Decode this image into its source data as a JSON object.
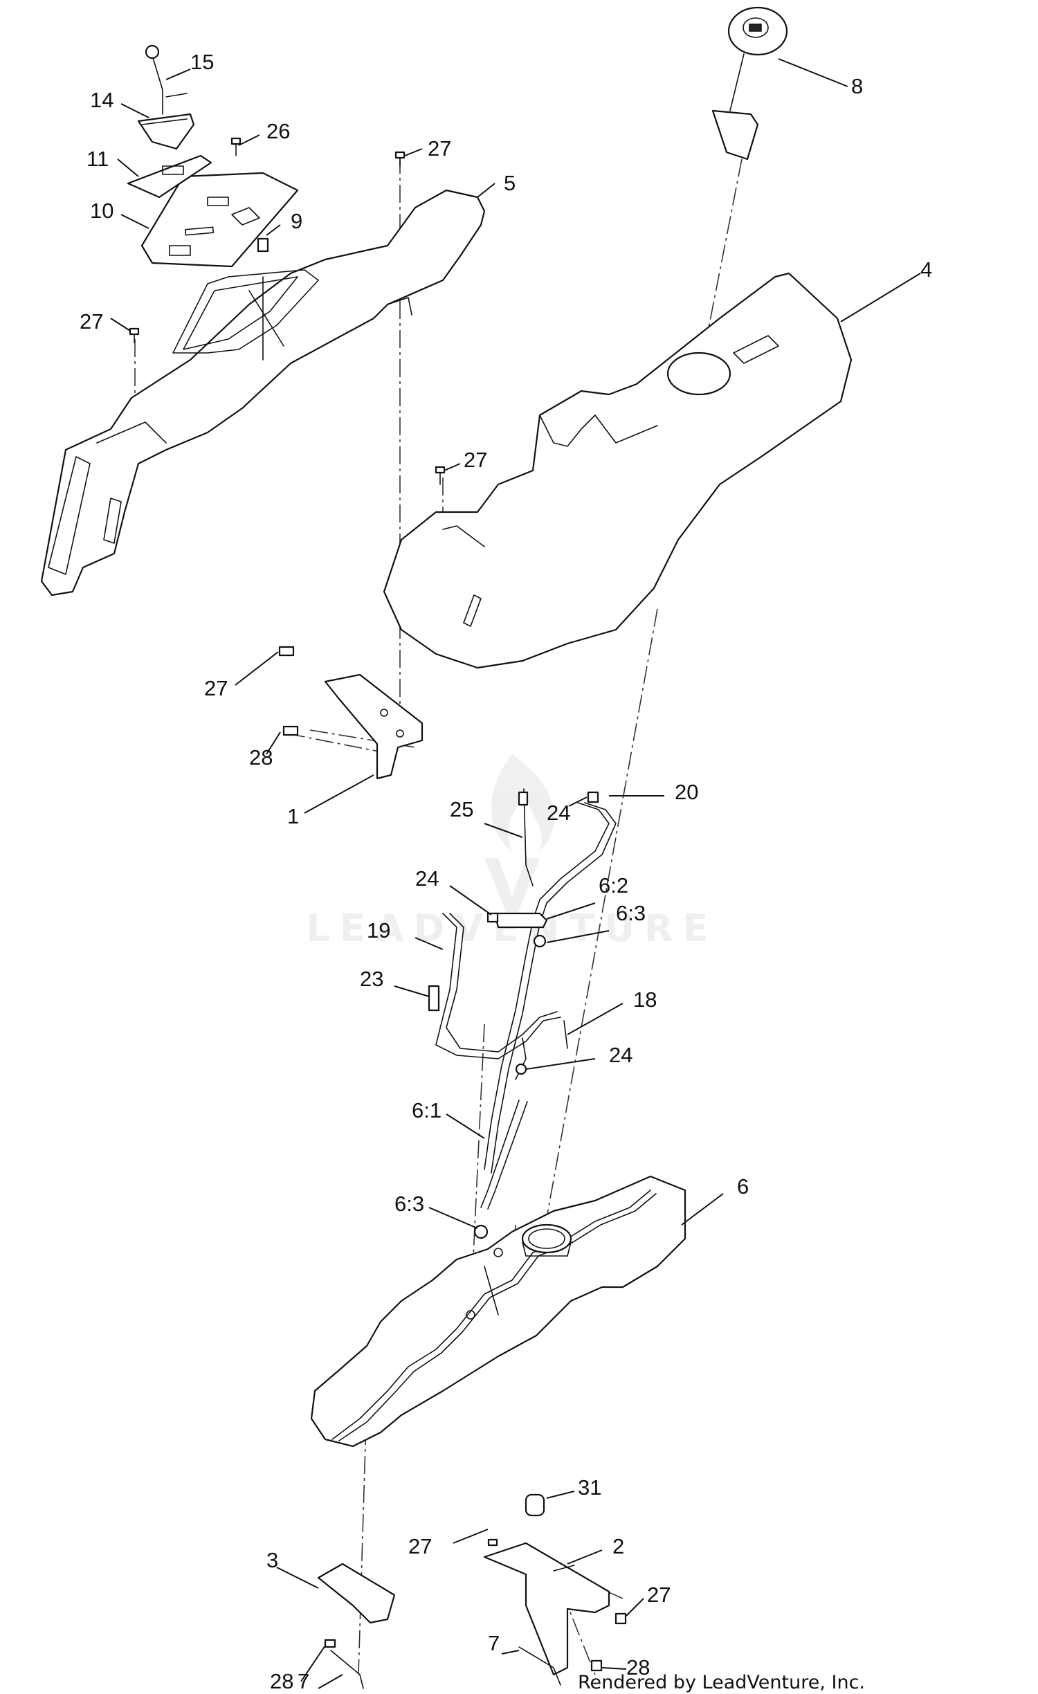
{
  "diagram": {
    "callouts": [
      {
        "id": "c15",
        "label": "15"
      },
      {
        "id": "c14",
        "label": "14"
      },
      {
        "id": "c26",
        "label": "26"
      },
      {
        "id": "c11",
        "label": "11"
      },
      {
        "id": "c27a",
        "label": "27"
      },
      {
        "id": "c5",
        "label": "5"
      },
      {
        "id": "c10",
        "label": "10"
      },
      {
        "id": "c9",
        "label": "9"
      },
      {
        "id": "c8",
        "label": "8"
      },
      {
        "id": "c4",
        "label": "4"
      },
      {
        "id": "c27b",
        "label": "27"
      },
      {
        "id": "c27c",
        "label": "27"
      },
      {
        "id": "c27d",
        "label": "27"
      },
      {
        "id": "c28a",
        "label": "28"
      },
      {
        "id": "c1",
        "label": "1"
      },
      {
        "id": "c25",
        "label": "25"
      },
      {
        "id": "c24a",
        "label": "24"
      },
      {
        "id": "c20",
        "label": "20"
      },
      {
        "id": "c24b",
        "label": "24"
      },
      {
        "id": "c62",
        "label": "6:2"
      },
      {
        "id": "c19",
        "label": "19"
      },
      {
        "id": "c63a",
        "label": "6:3"
      },
      {
        "id": "c23",
        "label": "23"
      },
      {
        "id": "c18",
        "label": "18"
      },
      {
        "id": "c24c",
        "label": "24"
      },
      {
        "id": "c61",
        "label": "6:1"
      },
      {
        "id": "c63b",
        "label": "6:3"
      },
      {
        "id": "c6",
        "label": "6"
      },
      {
        "id": "c31",
        "label": "31"
      },
      {
        "id": "c27e",
        "label": "27"
      },
      {
        "id": "c2",
        "label": "2"
      },
      {
        "id": "c3",
        "label": "3"
      },
      {
        "id": "c27f",
        "label": "27"
      },
      {
        "id": "c28b",
        "label": "28"
      },
      {
        "id": "c7a",
        "label": "7"
      },
      {
        "id": "c28c",
        "label": "28"
      },
      {
        "id": "c7b",
        "label": "7"
      }
    ],
    "watermark": "LEADVENTURE",
    "credit": "Rendered by LeadVenture, Inc."
  }
}
